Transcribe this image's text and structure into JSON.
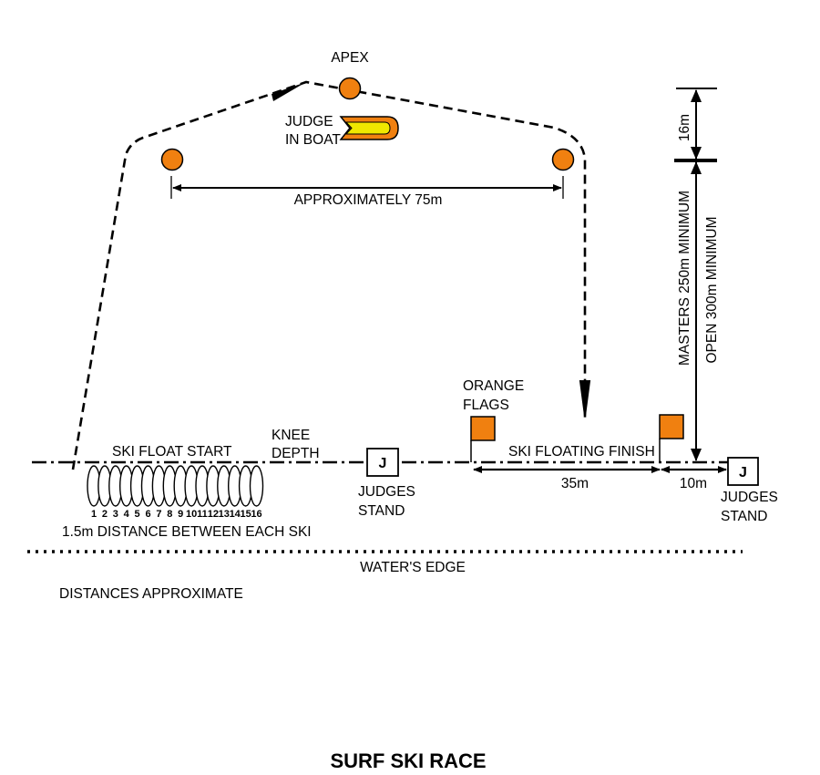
{
  "title": "SURF SKI RACE",
  "labels": {
    "apex": "APEX",
    "judge_in_boat_line1": "JUDGE",
    "judge_in_boat_line2": "IN BOAT",
    "approx_75": "APPROXIMATELY  75m",
    "dim_16": "16m",
    "masters_min": "MASTERS 250m MINIMUM",
    "open_min": "OPEN 300m MINIMUM",
    "orange_flags_line1": "ORANGE",
    "orange_flags_line2": "FLAGS",
    "knee_depth_line1": "KNEE",
    "knee_depth_line2": "DEPTH",
    "ski_float_start": "SKI FLOAT START",
    "ski_floating_finish": "SKI FLOATING FINISH",
    "judges_stand_line1": "JUDGES",
    "judges_stand_line2": "STAND",
    "judge_symbol": "J",
    "dim_35": "35m",
    "dim_10": "10m",
    "distance_between_skis": "1.5m DISTANCE BETWEEN EACH SKI",
    "waters_edge": "WATER'S EDGE",
    "distances_approx": "DISTANCES APPROXIMATE"
  },
  "ski_numbers": [
    "1",
    "2",
    "3",
    "4",
    "5",
    "6",
    "7",
    "8",
    "9",
    "10",
    "11",
    "12",
    "13",
    "14",
    "15",
    "16"
  ],
  "colors": {
    "buoy_orange": "#f08010",
    "boat_yellow": "#f0e800",
    "line": "#000000"
  }
}
